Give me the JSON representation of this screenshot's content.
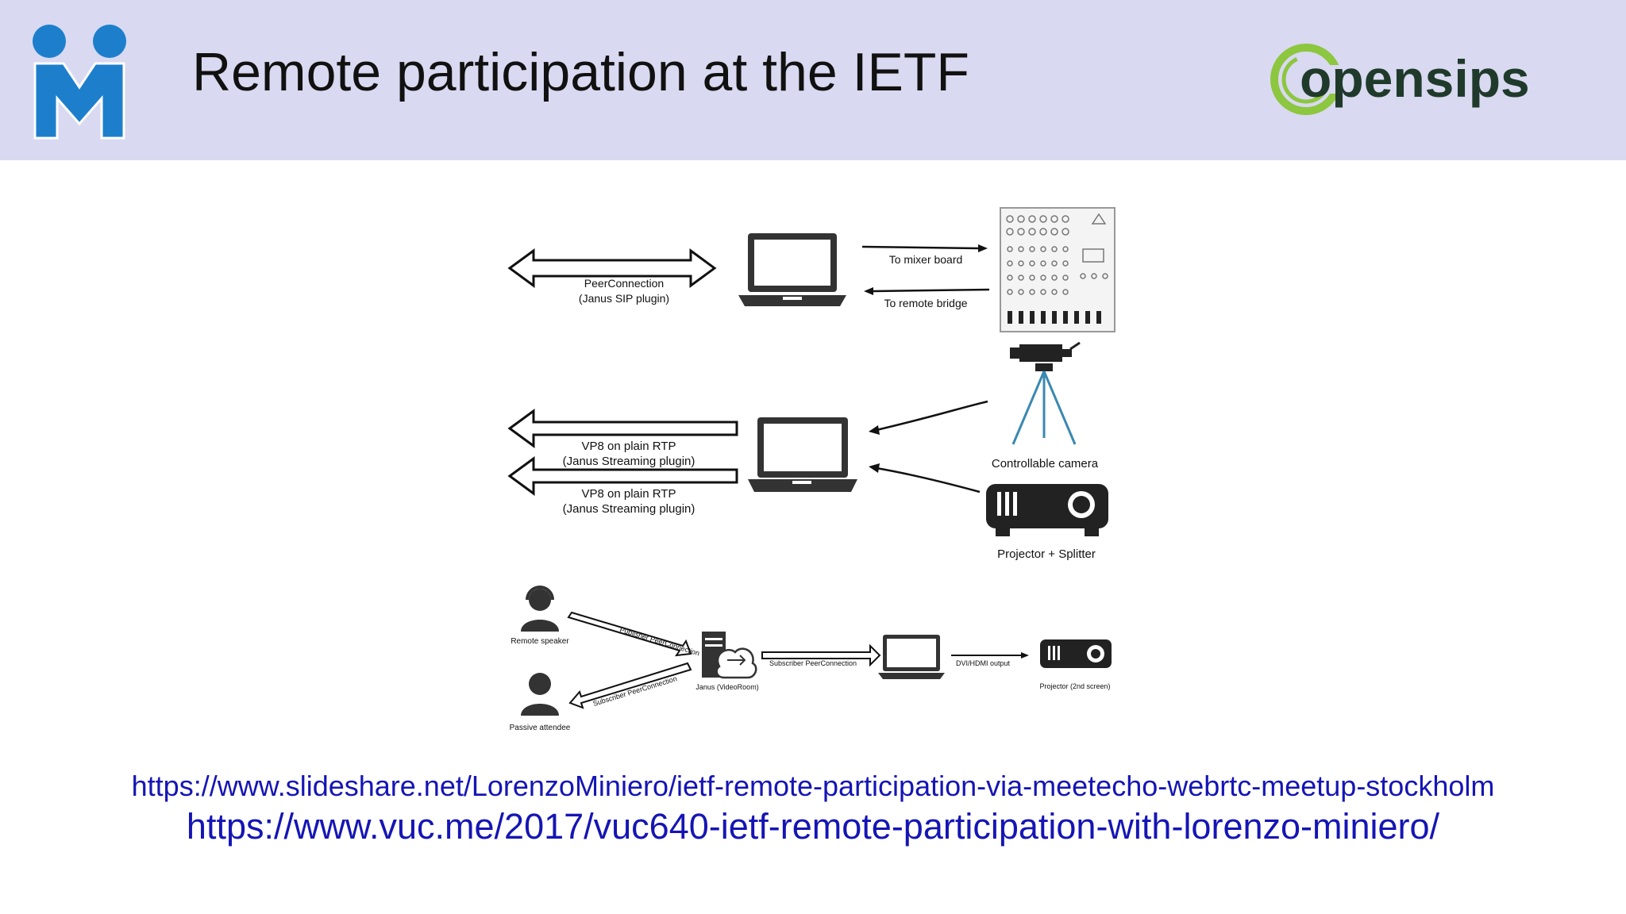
{
  "slide": {
    "title": "Remote participation at the IETF",
    "brand_right": "opensips",
    "links": [
      "https://www.slideshare.net/LorenzoMiniero/ietf-remote-participation-via-meetecho-webrtc-meetup-stockholm",
      "https://www.vuc.me/2017/vuc640-ietf-remote-participation-with-lorenzo-miniero/"
    ]
  },
  "diagram": {
    "peer_connection": "PeerConnection",
    "janus_sip": "(Janus SIP plugin)",
    "to_mixer": "To mixer board",
    "to_bridge": "To remote bridge",
    "vp8_1": "VP8 on plain RTP",
    "streaming_1": "(Janus Streaming plugin)",
    "vp8_2": "VP8 on plain RTP",
    "streaming_2": "(Janus Streaming plugin)",
    "controllable_camera": "Controllable camera",
    "projector_splitter": "Projector + Splitter",
    "remote_speaker": "Remote speaker",
    "publisher_pc": "Publisher PeerConnection",
    "subscriber_pc_down": "Subscriber PeerConnection",
    "passive_attendee": "Passive attendee",
    "janus_videoroom": "Janus (VideoRoom)",
    "subscriber_pc_right": "Subscriber PeerConnection",
    "dvi_output": "DVI/HDMI output",
    "projector_2nd": "Projector (2nd screen)"
  },
  "colors": {
    "header_bg": "#d9d9f1",
    "link": "#1515b5",
    "logo_blue": "#1d7fcc",
    "logo_green": "#8dc63f",
    "logo_dark": "#1f3a2a"
  }
}
